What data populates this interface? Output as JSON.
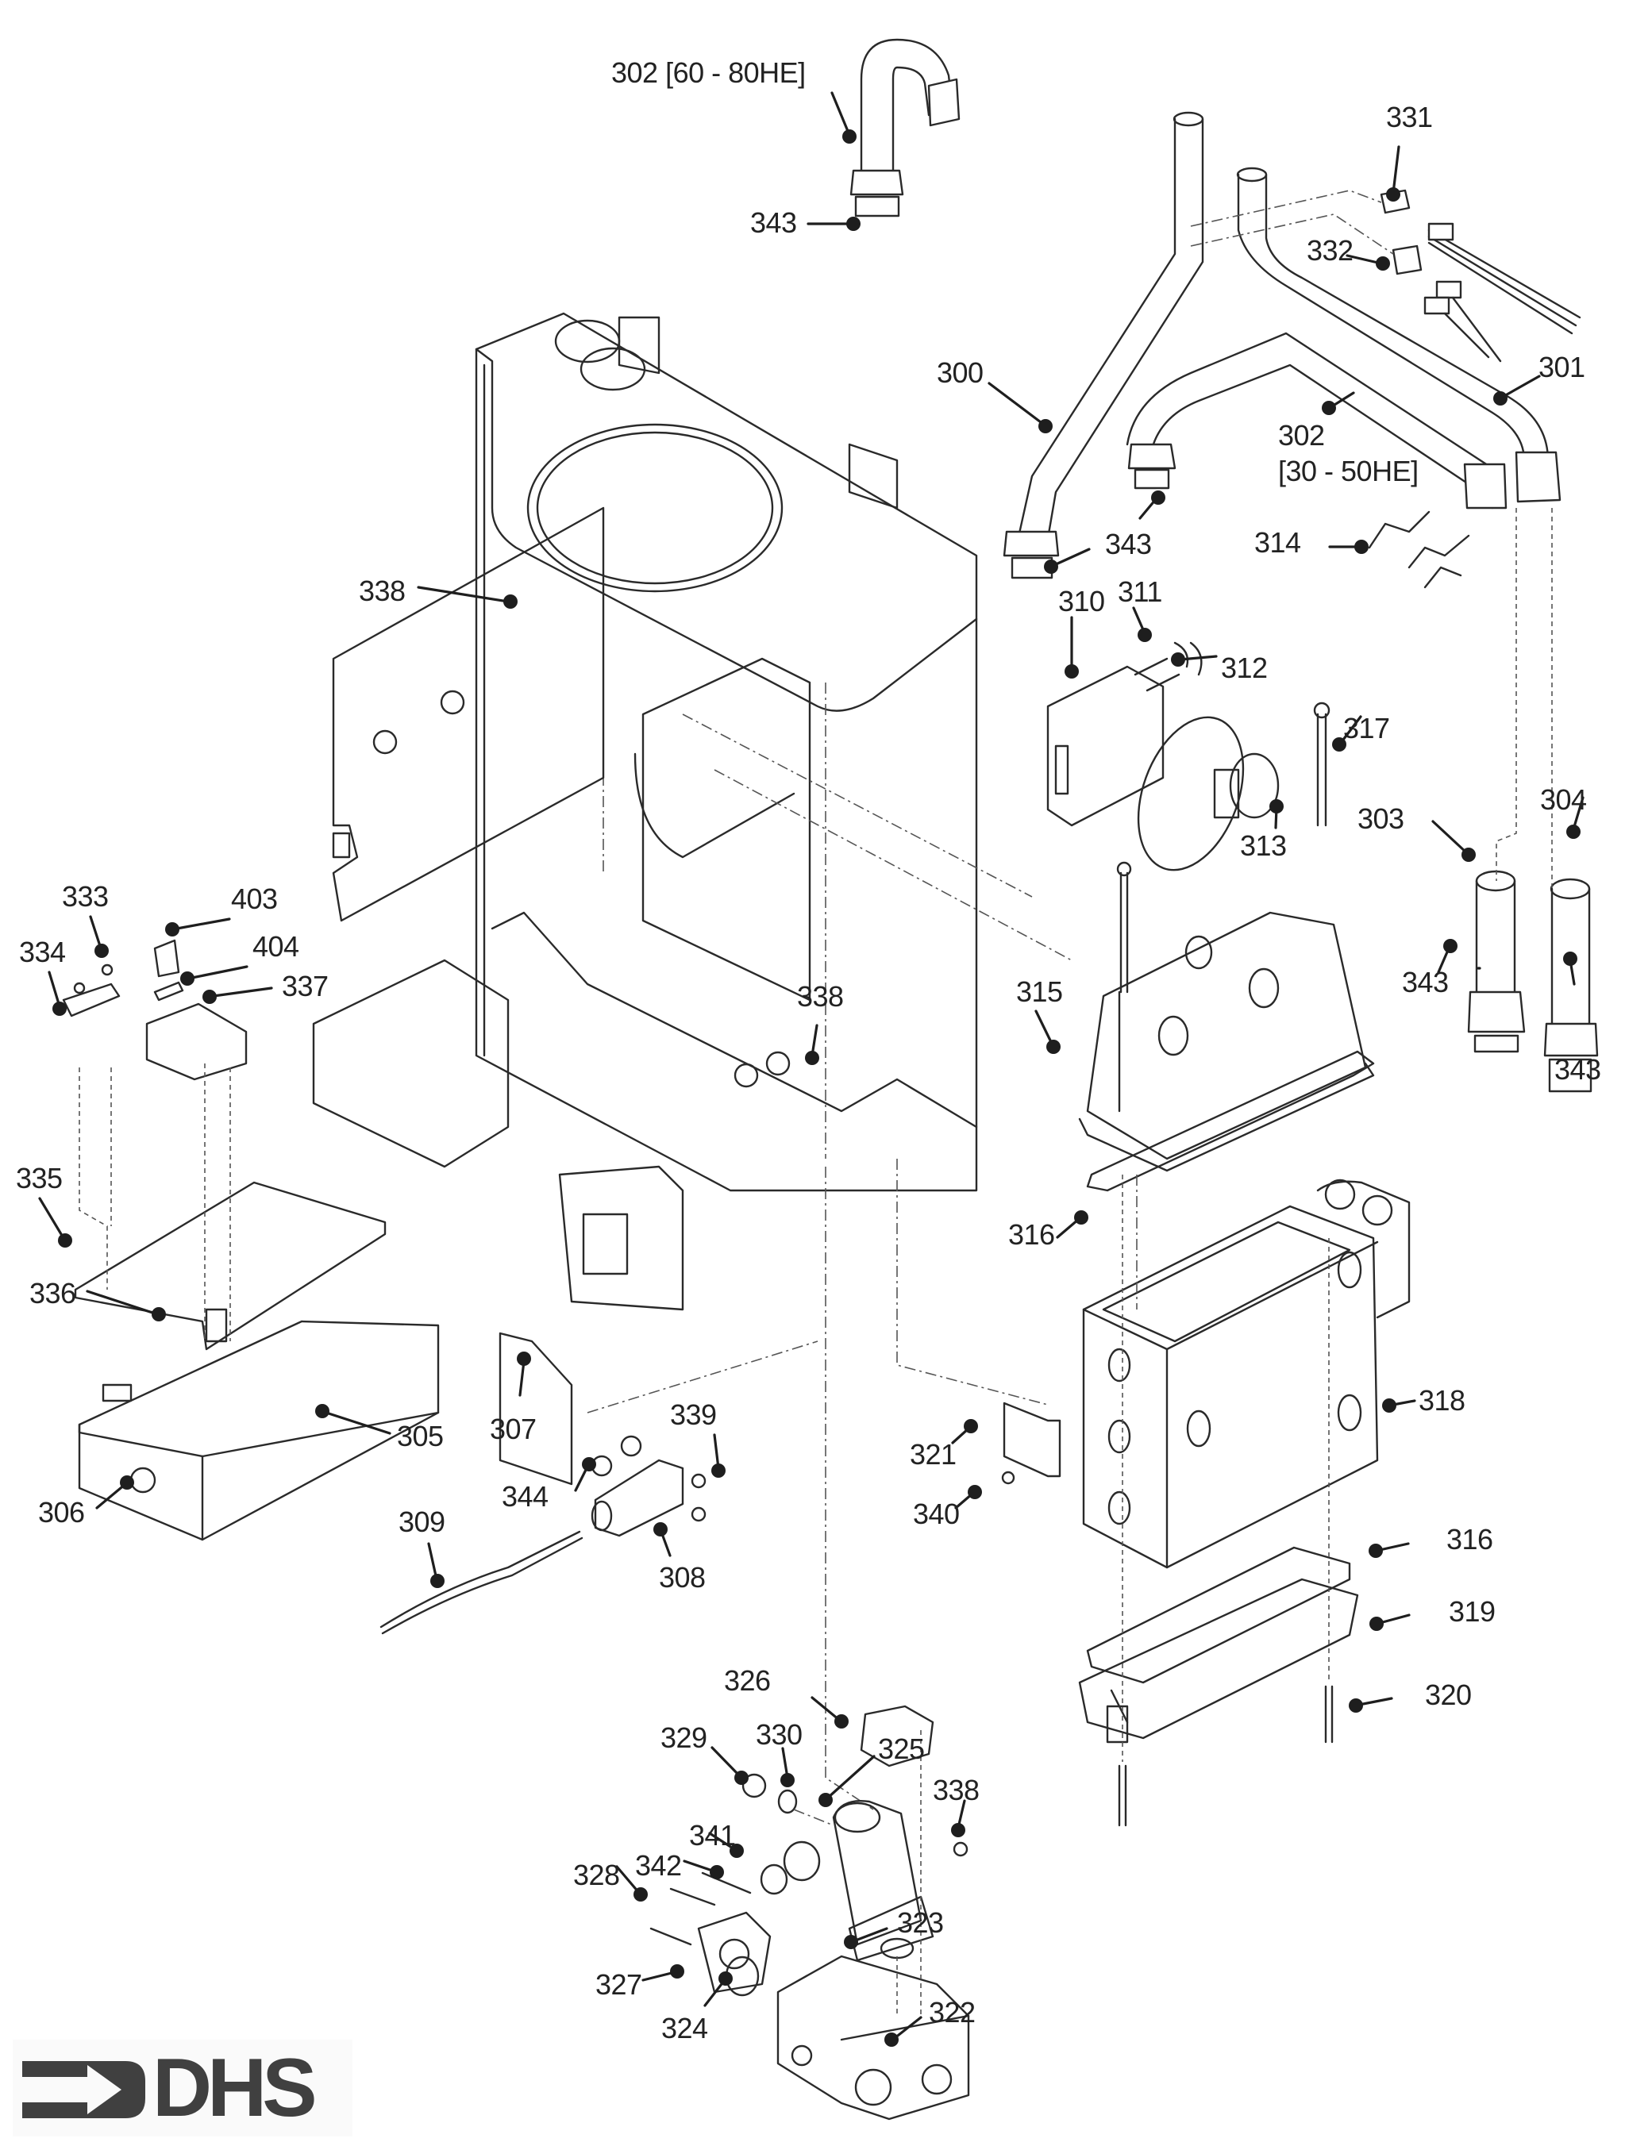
{
  "figure": {
    "type": "exploded-parts-diagram",
    "subject": "boiler chassis, flue, heat exchanger and gas valve assembly"
  },
  "callouts": [
    {
      "id": "c302a",
      "label": "302 [60 - 80HE]"
    },
    {
      "id": "c343a",
      "label": "343"
    },
    {
      "id": "c331",
      "label": "331"
    },
    {
      "id": "c332",
      "label": "332"
    },
    {
      "id": "c300",
      "label": "300"
    },
    {
      "id": "c301",
      "label": "301"
    },
    {
      "id": "c302b",
      "label": "302",
      "sublabel": "[30 - 50HE]"
    },
    {
      "id": "c343b",
      "label": "343"
    },
    {
      "id": "c314",
      "label": "314"
    },
    {
      "id": "c338a",
      "label": "338"
    },
    {
      "id": "c310",
      "label": "310"
    },
    {
      "id": "c311",
      "label": "311"
    },
    {
      "id": "c312",
      "label": "312"
    },
    {
      "id": "c317",
      "label": "317"
    },
    {
      "id": "c303",
      "label": "303"
    },
    {
      "id": "c304",
      "label": "304"
    },
    {
      "id": "c313",
      "label": "313"
    },
    {
      "id": "c333",
      "label": "333"
    },
    {
      "id": "c403",
      "label": "403"
    },
    {
      "id": "c334",
      "label": "334"
    },
    {
      "id": "c404",
      "label": "404"
    },
    {
      "id": "c337",
      "label": "337"
    },
    {
      "id": "c315",
      "label": "315"
    },
    {
      "id": "c338b",
      "label": "338"
    },
    {
      "id": "c343c",
      "label": "343"
    },
    {
      "id": "c343d",
      "label": "343"
    },
    {
      "id": "c335",
      "label": "335"
    },
    {
      "id": "c316a",
      "label": "316"
    },
    {
      "id": "c336",
      "label": "336"
    },
    {
      "id": "c318",
      "label": "318"
    },
    {
      "id": "c307",
      "label": "307"
    },
    {
      "id": "c339",
      "label": "339"
    },
    {
      "id": "c305",
      "label": "305"
    },
    {
      "id": "c321",
      "label": "321"
    },
    {
      "id": "c344",
      "label": "344"
    },
    {
      "id": "c306",
      "label": "306"
    },
    {
      "id": "c340",
      "label": "340"
    },
    {
      "id": "c309",
      "label": "309"
    },
    {
      "id": "c316b",
      "label": "316"
    },
    {
      "id": "c308",
      "label": "308"
    },
    {
      "id": "c319",
      "label": "319"
    },
    {
      "id": "c326",
      "label": "326"
    },
    {
      "id": "c320",
      "label": "320"
    },
    {
      "id": "c329",
      "label": "329"
    },
    {
      "id": "c330",
      "label": "330"
    },
    {
      "id": "c325",
      "label": "325"
    },
    {
      "id": "c338c",
      "label": "338"
    },
    {
      "id": "c341",
      "label": "341"
    },
    {
      "id": "c342",
      "label": "342"
    },
    {
      "id": "c328",
      "label": "328"
    },
    {
      "id": "c323",
      "label": "323"
    },
    {
      "id": "c327",
      "label": "327"
    },
    {
      "id": "c322",
      "label": "322"
    },
    {
      "id": "c324",
      "label": "324"
    }
  ],
  "logo": {
    "text": "DHS",
    "icon": "arrow-into-bracket-icon",
    "color": "#404040"
  }
}
